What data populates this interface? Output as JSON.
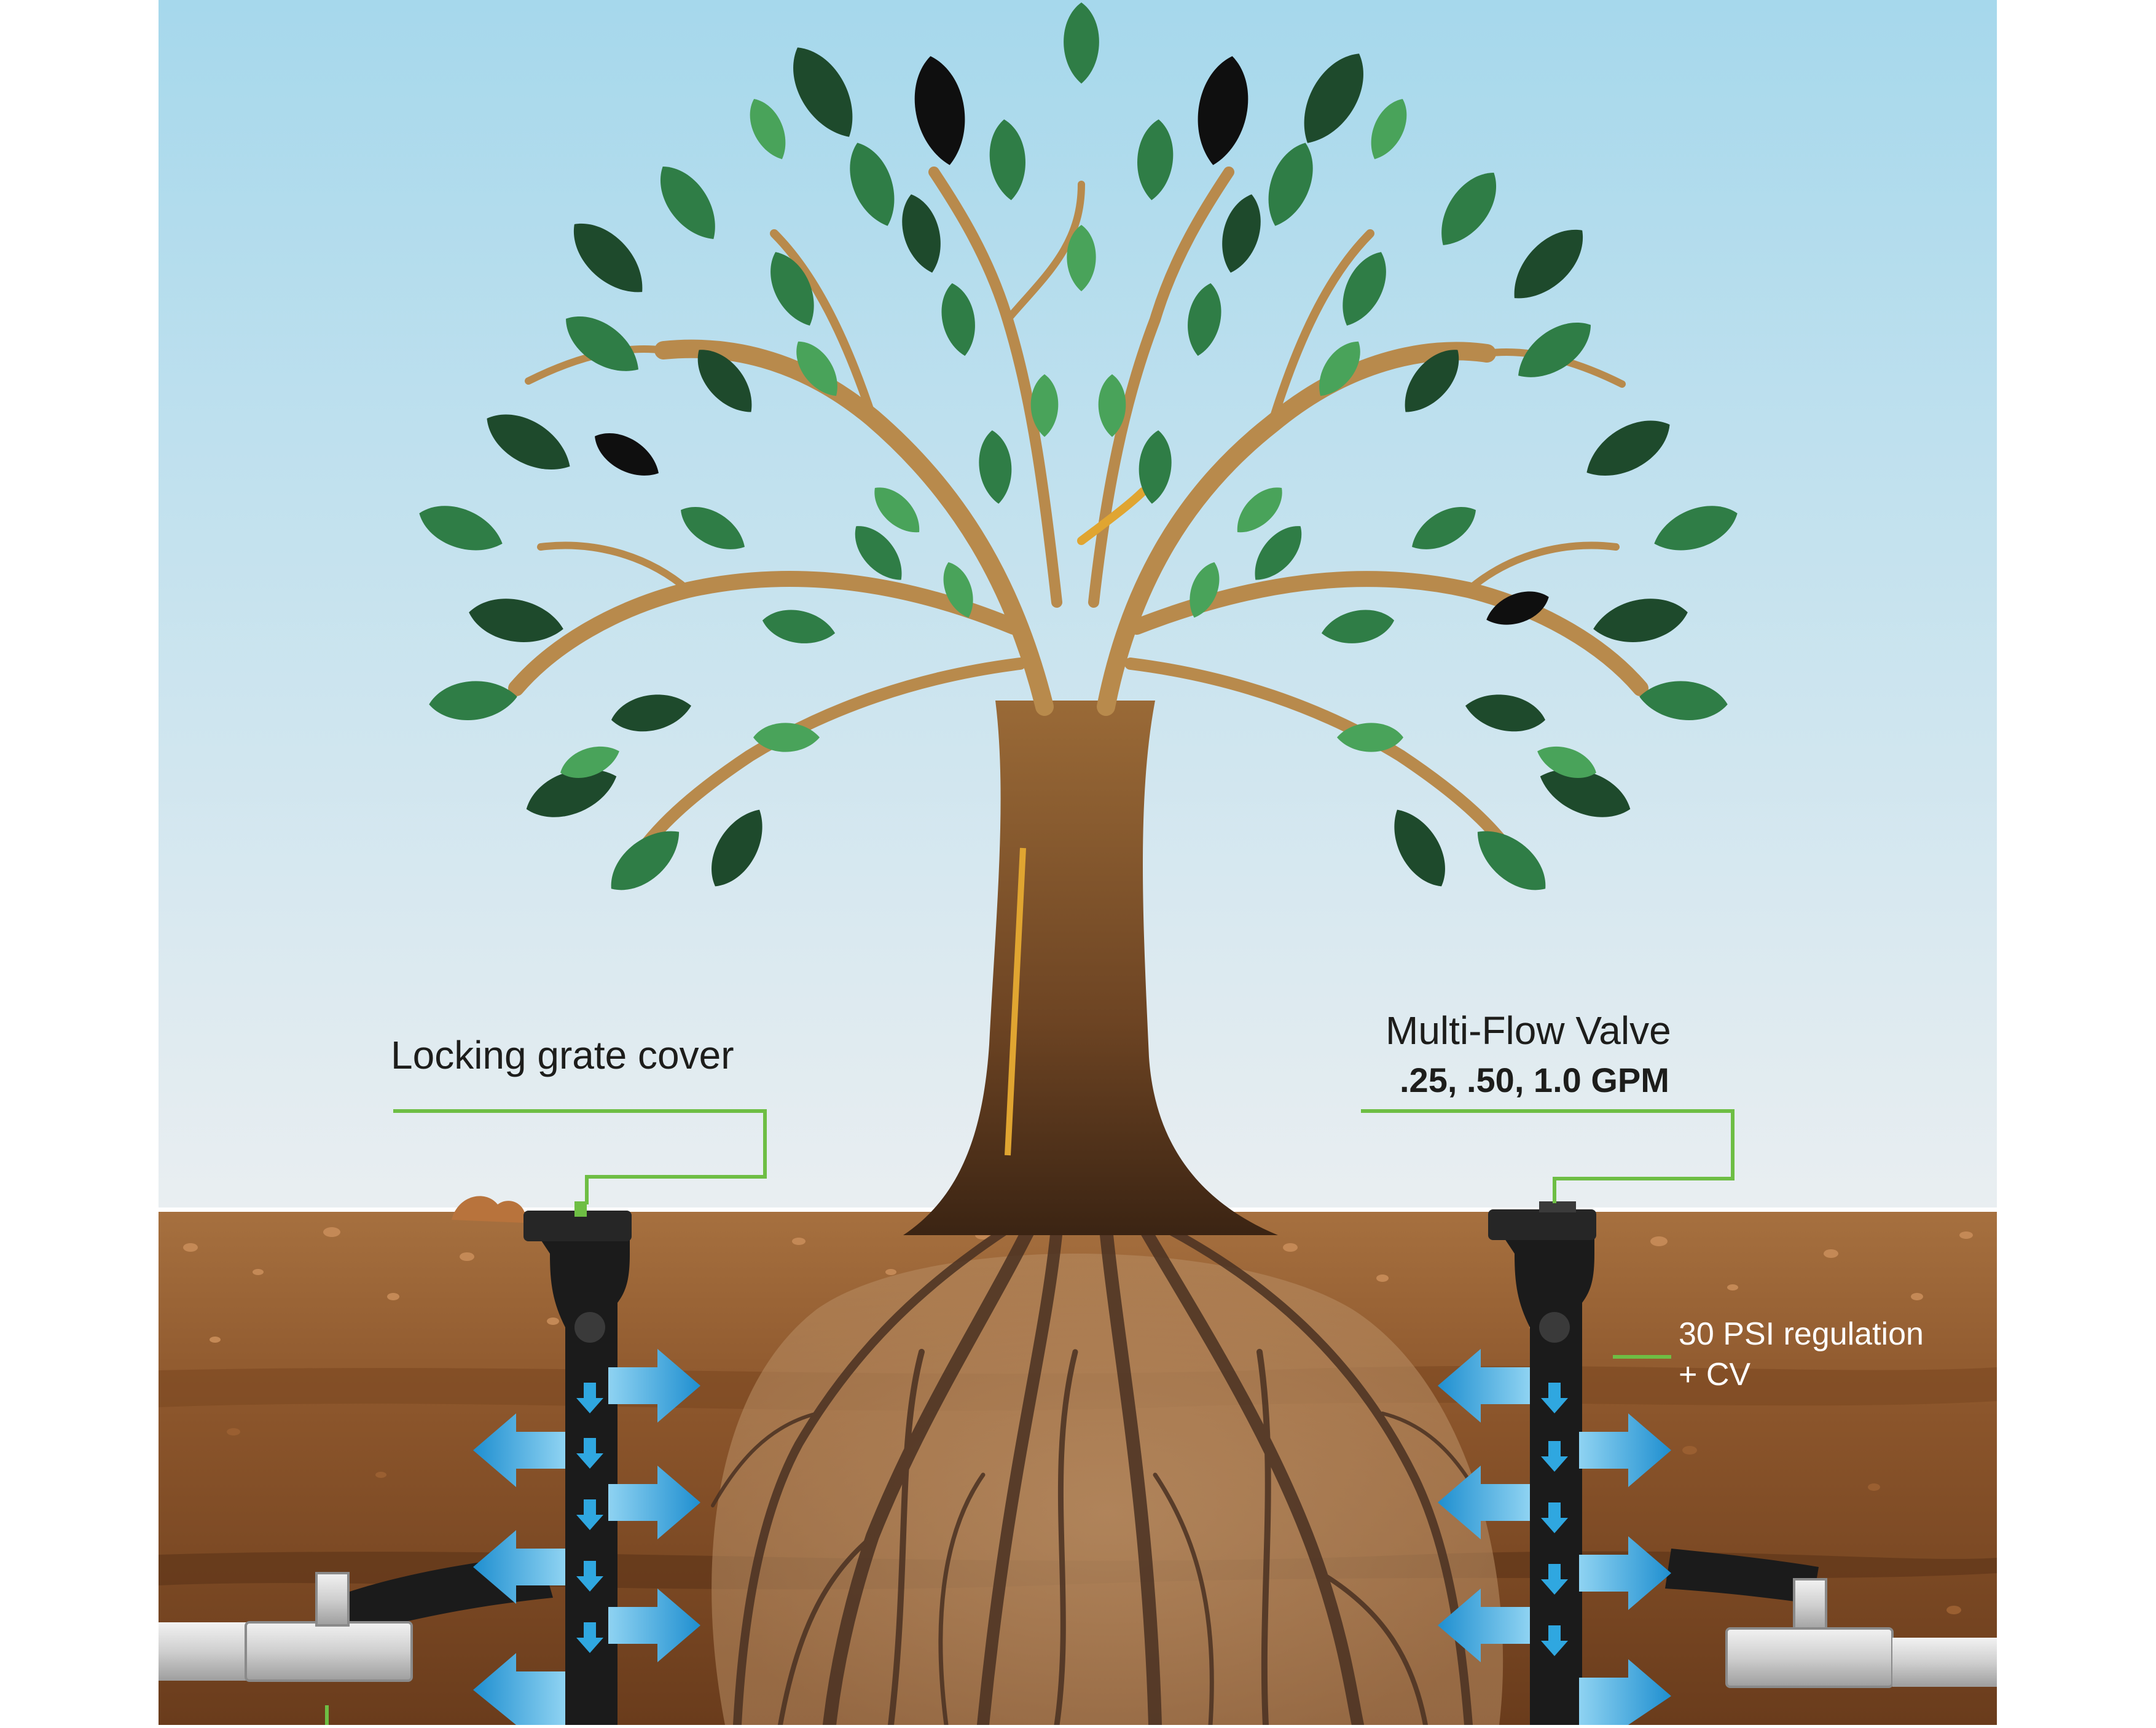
{
  "callouts": {
    "grate_cover": "Locking grate cover",
    "valve_title": "Multi-Flow Valve",
    "valve_rates": ".25, .50, 1.0 GPM",
    "psi_line1": "30 PSI regulation",
    "psi_line2": "+ CV"
  },
  "colors": {
    "sky_top": "#a6d8ec",
    "sky_bottom": "#e9eef1",
    "soil_light": "#a26a3b",
    "soil_dark": "#6e3f1d",
    "trunk": "#7a4f2a",
    "branch": "#b88a4c",
    "leaf_dark": "#1f4a2c",
    "leaf_mid": "#2f7d46",
    "leaf_light": "#49a35a",
    "callout_line": "#6ebe44",
    "water_arrow": "#3aa9dc",
    "device": "#1b1b1b",
    "pipe": "#d9d9d9"
  },
  "icons": {
    "left_device": "deep-root-watering-tube-icon",
    "right_device": "multi-flow-valve-tube-icon",
    "water": "water-flow-arrow-icon"
  }
}
